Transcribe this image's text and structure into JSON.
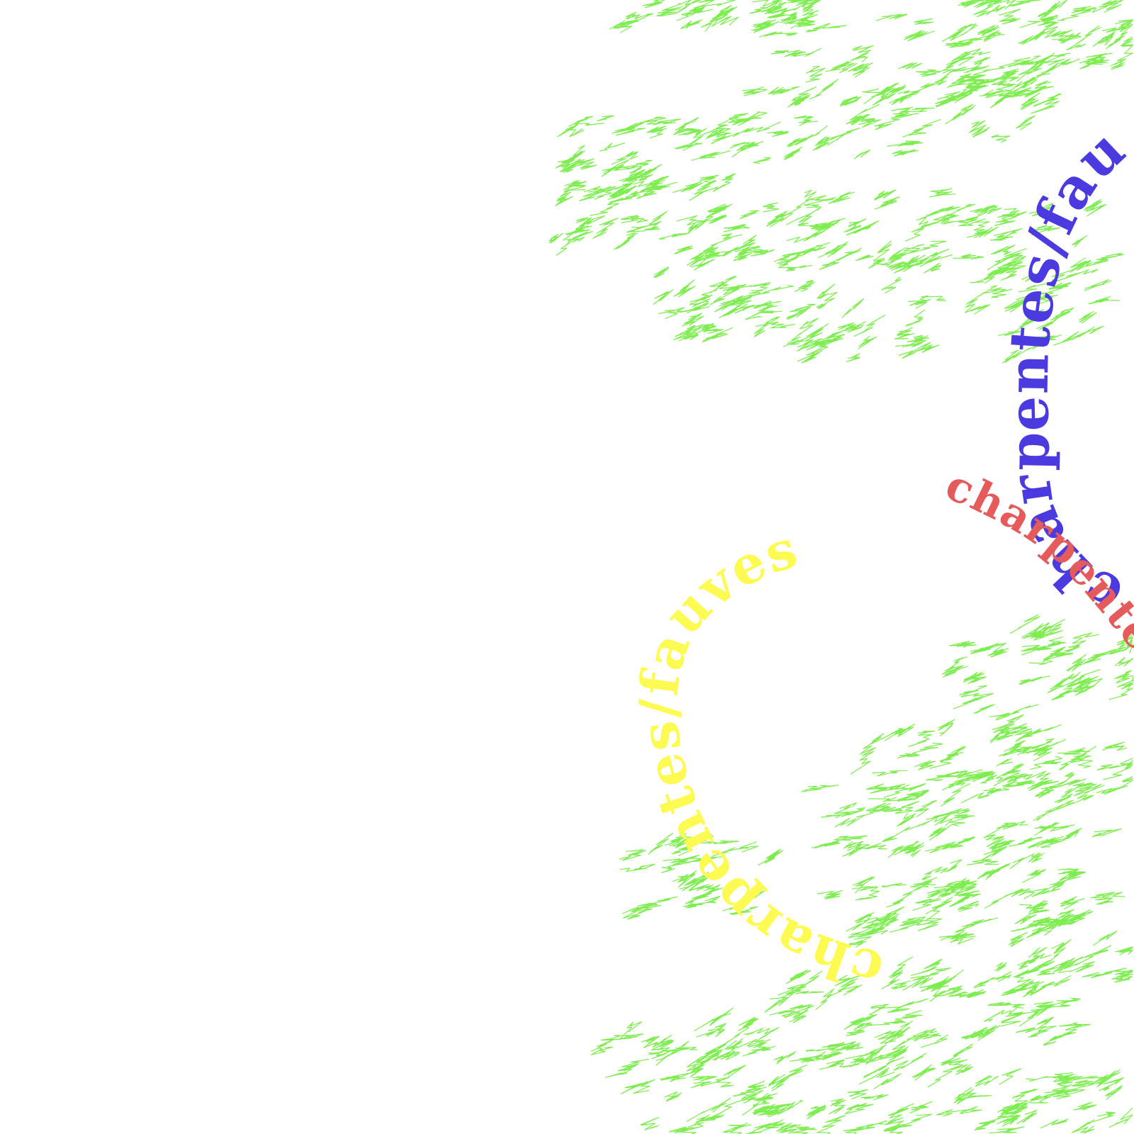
{
  "texts": {
    "yellow_spiral": "charpentes/fauves",
    "blue_spiral": "charpentes/fauves",
    "red_spiral": "charpentes/fauves"
  },
  "colors": {
    "background": "#ffffff",
    "scribble": "#7ded4f",
    "yellow": "#fdfb52",
    "blue": "#4a3ae0",
    "red": "#e55b5b"
  }
}
